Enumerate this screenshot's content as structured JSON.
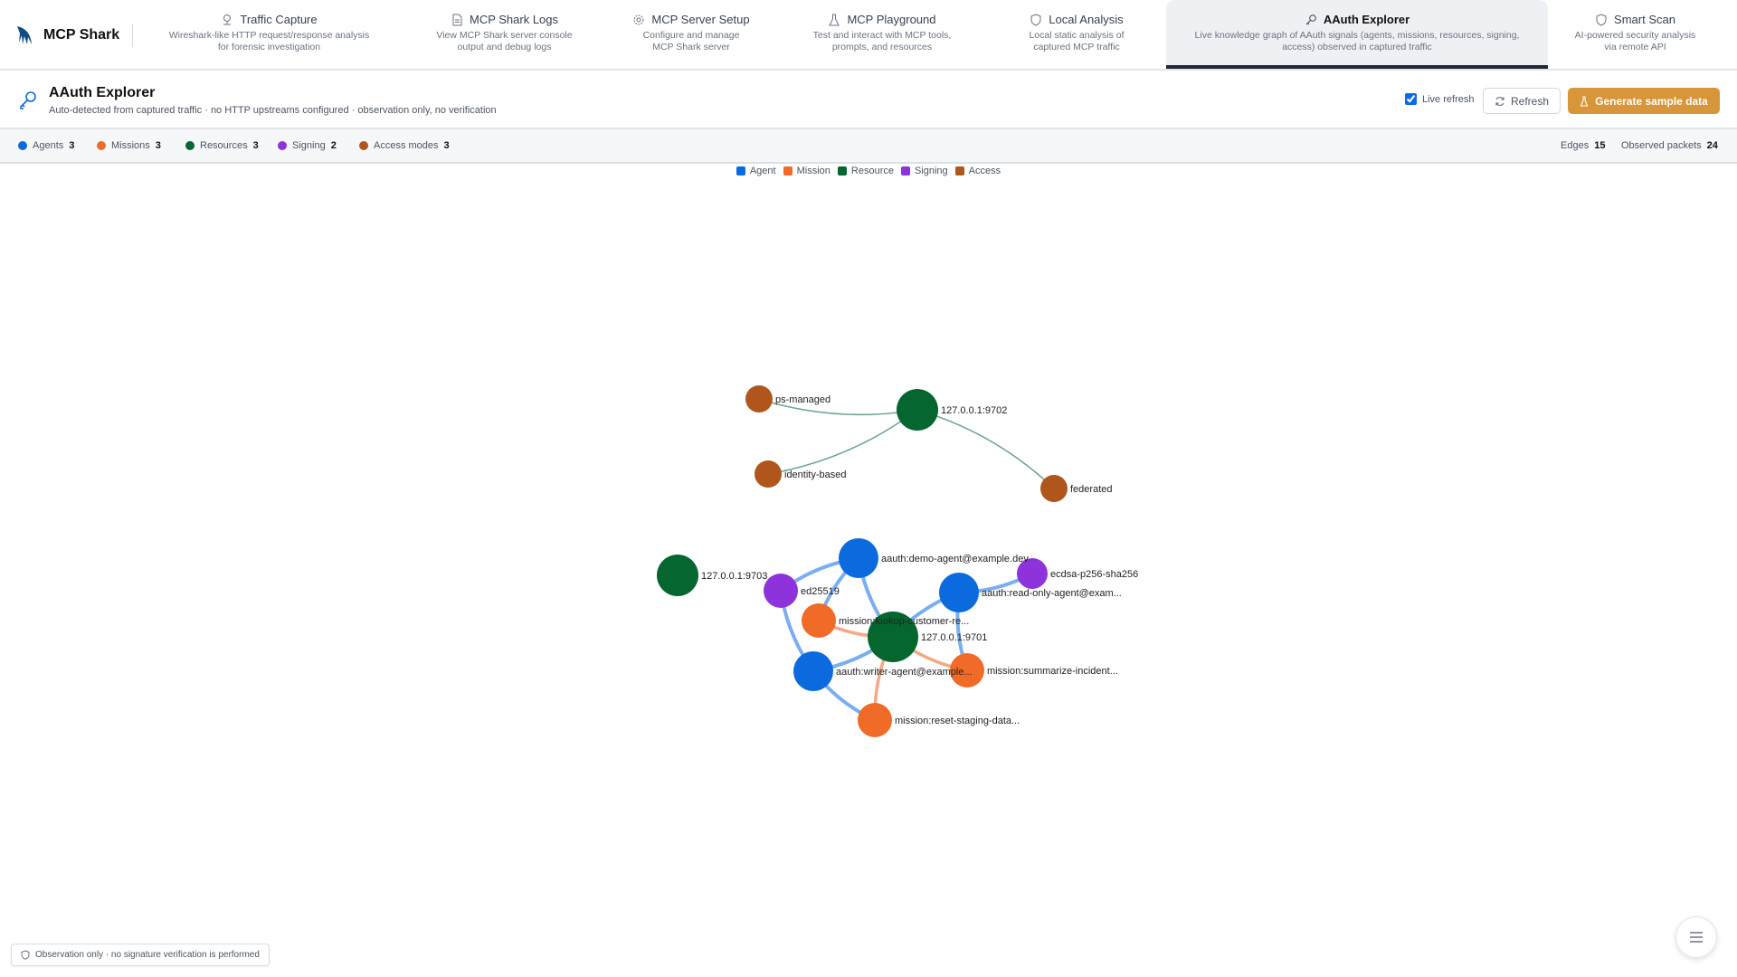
{
  "app": {
    "name": "MCP Shark"
  },
  "nav": {
    "tabs": [
      {
        "title": "Traffic Capture",
        "desc1": "Wireshark-like HTTP request/response analysis",
        "desc2": "for forensic investigation",
        "icon": "network-icon"
      },
      {
        "title": "MCP Shark Logs",
        "desc1": "View MCP Shark server console",
        "desc2": "output and debug logs",
        "icon": "document-icon"
      },
      {
        "title": "MCP Server Setup",
        "desc1": "Configure and manage",
        "desc2": "MCP Shark server",
        "icon": "gear-icon"
      },
      {
        "title": "MCP Playground",
        "desc1": "Test and interact with MCP tools,",
        "desc2": "prompts, and resources",
        "icon": "flask-icon"
      },
      {
        "title": "Local Analysis",
        "desc1": "Local static analysis of",
        "desc2": "captured MCP traffic",
        "icon": "shield-icon"
      },
      {
        "title": "AAuth Explorer",
        "desc1": "Live knowledge graph of AAuth signals (agents, missions, resources, signing,",
        "desc2": "access) observed in captured traffic",
        "icon": "key-icon",
        "active": true
      },
      {
        "title": "Smart Scan",
        "desc1": "AI-powered security analysis",
        "desc2": "via remote API",
        "icon": "shield-icon"
      }
    ]
  },
  "header": {
    "title": "AAuth Explorer",
    "subtitle": "Auto-detected from captured traffic · no HTTP upstreams configured · observation only, no verification",
    "live_refresh_label": "Live refresh",
    "live_refresh_checked": true,
    "refresh_label": "Refresh",
    "generate_label": "Generate sample data"
  },
  "stats": {
    "counts": [
      {
        "label": "Agents",
        "value": "3",
        "color": "#0b6bde"
      },
      {
        "label": "Missions",
        "value": "3",
        "color": "#f06a28"
      },
      {
        "label": "Resources",
        "value": "3",
        "color": "#05672f"
      },
      {
        "label": "Signing",
        "value": "2",
        "color": "#8e33db"
      },
      {
        "label": "Access modes",
        "value": "3",
        "color": "#b0561d"
      }
    ],
    "edges_label": "Edges",
    "edges_value": "15",
    "packets_label": "Observed packets",
    "packets_value": "24"
  },
  "legend": [
    {
      "label": "Agent",
      "color": "#0b6bde"
    },
    {
      "label": "Mission",
      "color": "#f06a28"
    },
    {
      "label": "Resource",
      "color": "#05672f"
    },
    {
      "label": "Signing",
      "color": "#8e33db"
    },
    {
      "label": "Access",
      "color": "#b0561d"
    }
  ],
  "graph": {
    "nodes": [
      {
        "id": "ps",
        "label": "ps-managed",
        "type": "Access"
      },
      {
        "id": "r9702",
        "label": "127.0.0.1:9702",
        "type": "Resource"
      },
      {
        "id": "idb",
        "label": "identity-based",
        "type": "Access"
      },
      {
        "id": "fed",
        "label": "federated",
        "type": "Access"
      },
      {
        "id": "r9703",
        "label": "127.0.0.1:9703",
        "type": "Resource"
      },
      {
        "id": "ed",
        "label": "ed25519",
        "type": "Signing"
      },
      {
        "id": "demo",
        "label": "aauth:demo-agent@example.dev",
        "type": "Agent"
      },
      {
        "id": "ro",
        "label": "aauth:read-only-agent@exam...",
        "type": "Agent"
      },
      {
        "id": "ecdsa",
        "label": "ecdsa-p256-sha256",
        "type": "Signing"
      },
      {
        "id": "mlook",
        "label": "mission:lookup-customer-re...",
        "type": "Mission"
      },
      {
        "id": "r9701",
        "label": "127.0.0.1:9701",
        "type": "Resource"
      },
      {
        "id": "writer",
        "label": "aauth:writer-agent@example...",
        "type": "Agent"
      },
      {
        "id": "msum",
        "label": "mission:summarize-incident...",
        "type": "Mission"
      },
      {
        "id": "mreset",
        "label": "mission:reset-staging-data...",
        "type": "Mission"
      }
    ],
    "edges": [
      [
        "ps",
        "r9702"
      ],
      [
        "idb",
        "r9702"
      ],
      [
        "fed",
        "r9702"
      ],
      [
        "demo",
        "ed"
      ],
      [
        "demo",
        "mlook"
      ],
      [
        "demo",
        "r9701"
      ],
      [
        "ed",
        "writer"
      ],
      [
        "writer",
        "r9701"
      ],
      [
        "writer",
        "mreset"
      ],
      [
        "ro",
        "ecdsa"
      ],
      [
        "ro",
        "r9701"
      ],
      [
        "ro",
        "msum"
      ],
      [
        "mlook",
        "r9701"
      ],
      [
        "r9701",
        "msum"
      ],
      [
        "r9701",
        "mreset"
      ]
    ]
  },
  "footer": {
    "note": "Observation only · no signature verification is performed"
  }
}
